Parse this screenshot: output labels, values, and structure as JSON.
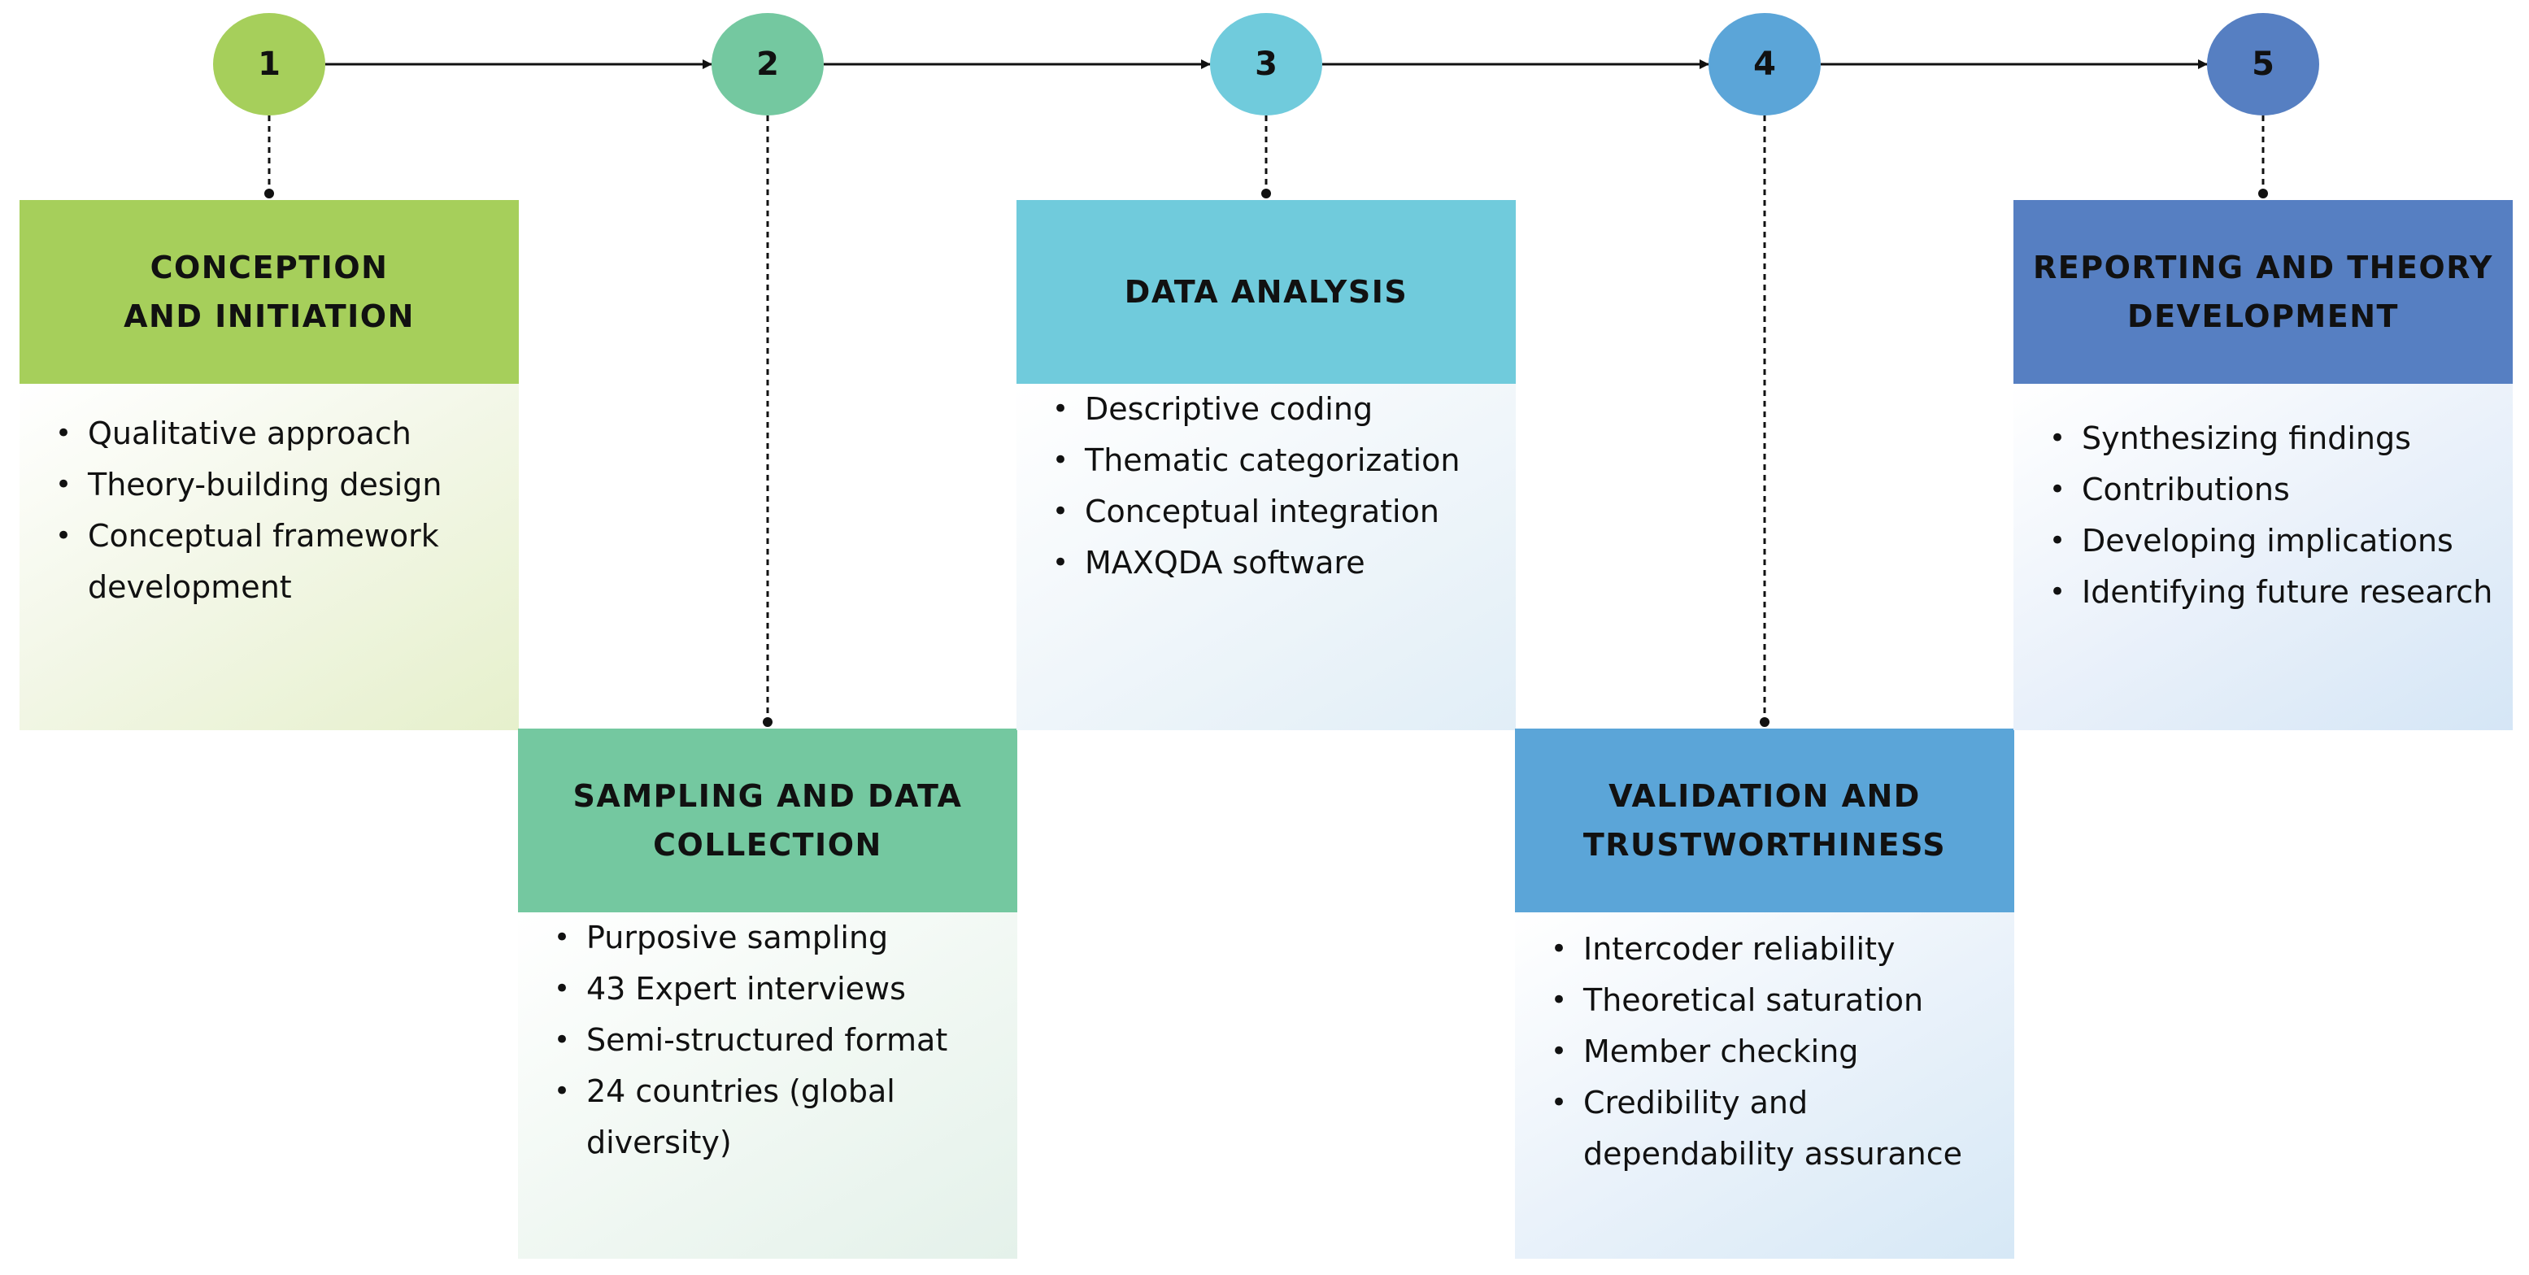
{
  "steps": [
    {
      "number": "1",
      "title": "CONCEPTION\nAND INITIATION",
      "items": [
        "Qualitative approach",
        "Theory-building design",
        "Conceptual framework\ndevelopment"
      ]
    },
    {
      "number": "2",
      "title": "SAMPLING AND DATA\nCOLLECTION",
      "items": [
        "Purposive sampling",
        "43 Expert interviews",
        "Semi-structured format",
        "24      countries      (global\ndiversity)"
      ]
    },
    {
      "number": "3",
      "title": "DATA ANALYSIS",
      "items": [
        "Descriptive coding",
        "Thematic categorization",
        "Conceptual integration",
        "MAXQDA software"
      ]
    },
    {
      "number": "4",
      "title": "VALIDATION AND\nTRUSTWORTHINESS",
      "items": [
        "Intercoder reliability",
        "Theoretical saturation",
        "Member checking",
        "Credibility and\ndependability assurance"
      ]
    },
    {
      "number": "5",
      "title": "REPORTING AND THEORY\nDEVELOPMENT",
      "items": [
        "Synthesizing findings",
        "Contributions",
        "Developing implications",
        "Identifying future research"
      ]
    }
  ],
  "colors": {
    "step1": "#a6cf5b",
    "step2": "#74c8a0",
    "step3": "#70cbdc",
    "step4": "#5ba5d8",
    "step5": "#567fc2"
  }
}
